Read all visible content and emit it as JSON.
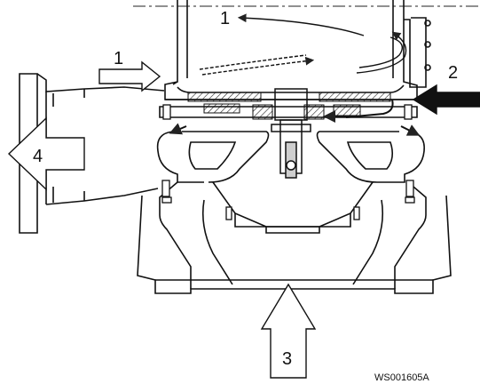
{
  "labels": {
    "motor_flow": "1",
    "inlet_bypass": "1",
    "cooling_inlet": "2",
    "suction_inlet": "3",
    "discharge_outlet": "4"
  },
  "figure_code": "WS001605A"
}
